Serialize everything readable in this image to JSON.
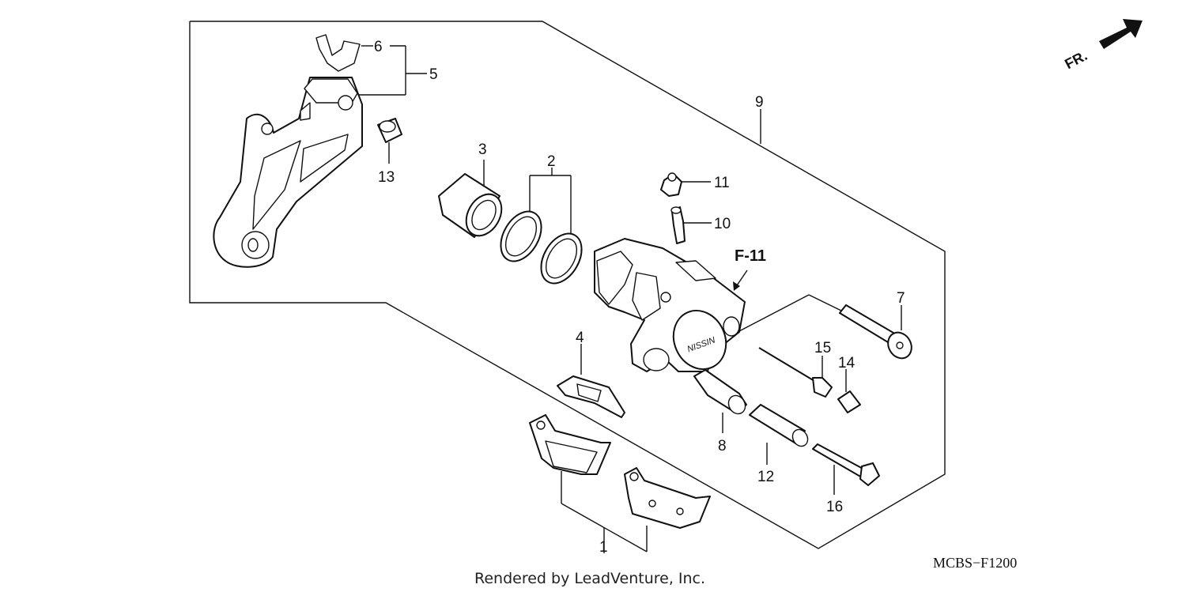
{
  "callouts": [
    {
      "id": "1",
      "label": "1"
    },
    {
      "id": "2",
      "label": "2"
    },
    {
      "id": "3",
      "label": "3"
    },
    {
      "id": "4",
      "label": "4"
    },
    {
      "id": "5",
      "label": "5"
    },
    {
      "id": "6",
      "label": "6"
    },
    {
      "id": "7",
      "label": "7"
    },
    {
      "id": "8",
      "label": "8"
    },
    {
      "id": "9",
      "label": "9"
    },
    {
      "id": "10",
      "label": "10"
    },
    {
      "id": "11",
      "label": "11"
    },
    {
      "id": "12",
      "label": "12"
    },
    {
      "id": "13",
      "label": "13"
    },
    {
      "id": "14",
      "label": "14"
    },
    {
      "id": "15",
      "label": "15"
    },
    {
      "id": "16",
      "label": "16"
    }
  ],
  "reference_label": "F-11",
  "direction_label": "FR.",
  "diagram_code": "MCBS−F1200",
  "credit": "Rendered by LeadVenture, Inc."
}
